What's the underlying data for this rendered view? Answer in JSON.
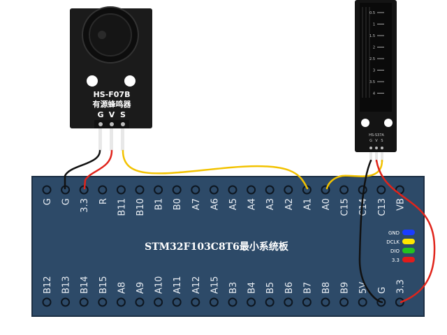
{
  "board": {
    "title": "STM32F103C8T6最小系统板",
    "top_pins": [
      "G",
      "G",
      "3.3",
      "R",
      "B11",
      "B10",
      "B1",
      "B0",
      "A7",
      "A6",
      "A5",
      "A4",
      "A3",
      "A2",
      "A1",
      "A0",
      "C15",
      "C14",
      "C13",
      "VB"
    ],
    "bottom_pins": [
      "B12",
      "B13",
      "B14",
      "B15",
      "A8",
      "A9",
      "A10",
      "A11",
      "A12",
      "A15",
      "B3",
      "B4",
      "B5",
      "B6",
      "B7",
      "B8",
      "B9",
      "5V",
      "G",
      "3.3"
    ],
    "legend": [
      "GND",
      "DCLK",
      "DIO",
      "3.3"
    ]
  },
  "buzzer": {
    "model": "HS-F07B",
    "name": "有源蜂鸣器",
    "pins": [
      "G",
      "V",
      "S"
    ]
  },
  "sensor": {
    "model": "HS-S37A",
    "pins": [
      "G",
      "V",
      "S"
    ],
    "scale": [
      "0.5",
      "1",
      "1.5",
      "2",
      "2.5",
      "3",
      "3.5",
      "4"
    ]
  },
  "colors": {
    "board": "#2d4a68",
    "wire_black": "#111111",
    "wire_red": "#e0241b",
    "wire_yellow": "#f2c200",
    "legend_blue": "#1a3cff",
    "legend_yellow": "#ffe600",
    "legend_green": "#23c21e",
    "legend_red": "#e21b1b"
  }
}
